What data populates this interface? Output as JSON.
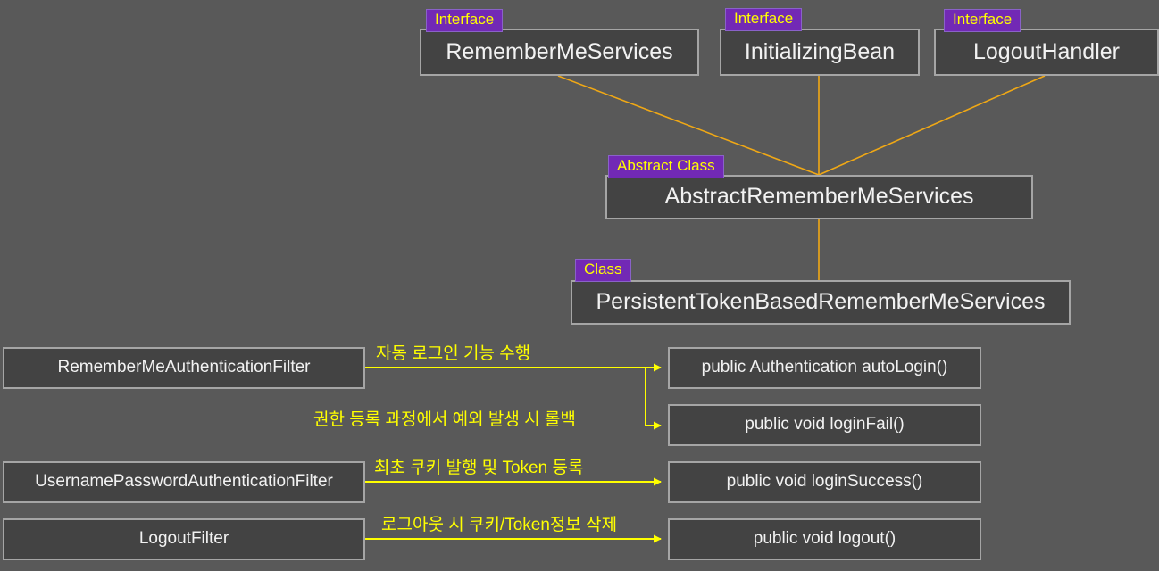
{
  "diagram": {
    "title": "Spring Security RememberMe Services class diagram",
    "background_color": "#595959",
    "node_fill": "#434343",
    "node_border": "#a5a5a5",
    "badge_color": "#7229b5",
    "badge_text_color": "#ffff00",
    "inheritance_line_color": "#f0a815",
    "flow_line_color": "#ffff00",
    "text_color": "#f2f2f2"
  },
  "badges": {
    "interface": "Interface",
    "abstract_class": "Abstract Class",
    "class": "Class"
  },
  "interfaces": [
    {
      "name": "RememberMeServices",
      "stereotype": "Interface"
    },
    {
      "name": "InitializingBean",
      "stereotype": "Interface"
    },
    {
      "name": "LogoutHandler",
      "stereotype": "Interface"
    }
  ],
  "abstract_class": {
    "name": "AbstractRememberMeServices",
    "stereotype": "Abstract Class"
  },
  "concrete_class": {
    "name": "PersistentTokenBasedRememberMeServices",
    "stereotype": "Class"
  },
  "filters": [
    {
      "name": "RememberMeAuthenticationFilter"
    },
    {
      "name": "UsernamePasswordAuthenticationFilter"
    },
    {
      "name": "LogoutFilter"
    }
  ],
  "methods": [
    {
      "signature": "public Authentication autoLogin()"
    },
    {
      "signature": "public void loginFail()"
    },
    {
      "signature": "public void loginSuccess()"
    },
    {
      "signature": "public void logout()"
    }
  ],
  "edge_labels": [
    {
      "text": "자동 로그인 기능 수행"
    },
    {
      "text": "권한 등록 과정에서 예외 발생 시 롤백"
    },
    {
      "text": "최초 쿠키 발행 및 Token 등록"
    },
    {
      "text": "로그아웃 시 쿠키/Token정보 삭제"
    }
  ]
}
